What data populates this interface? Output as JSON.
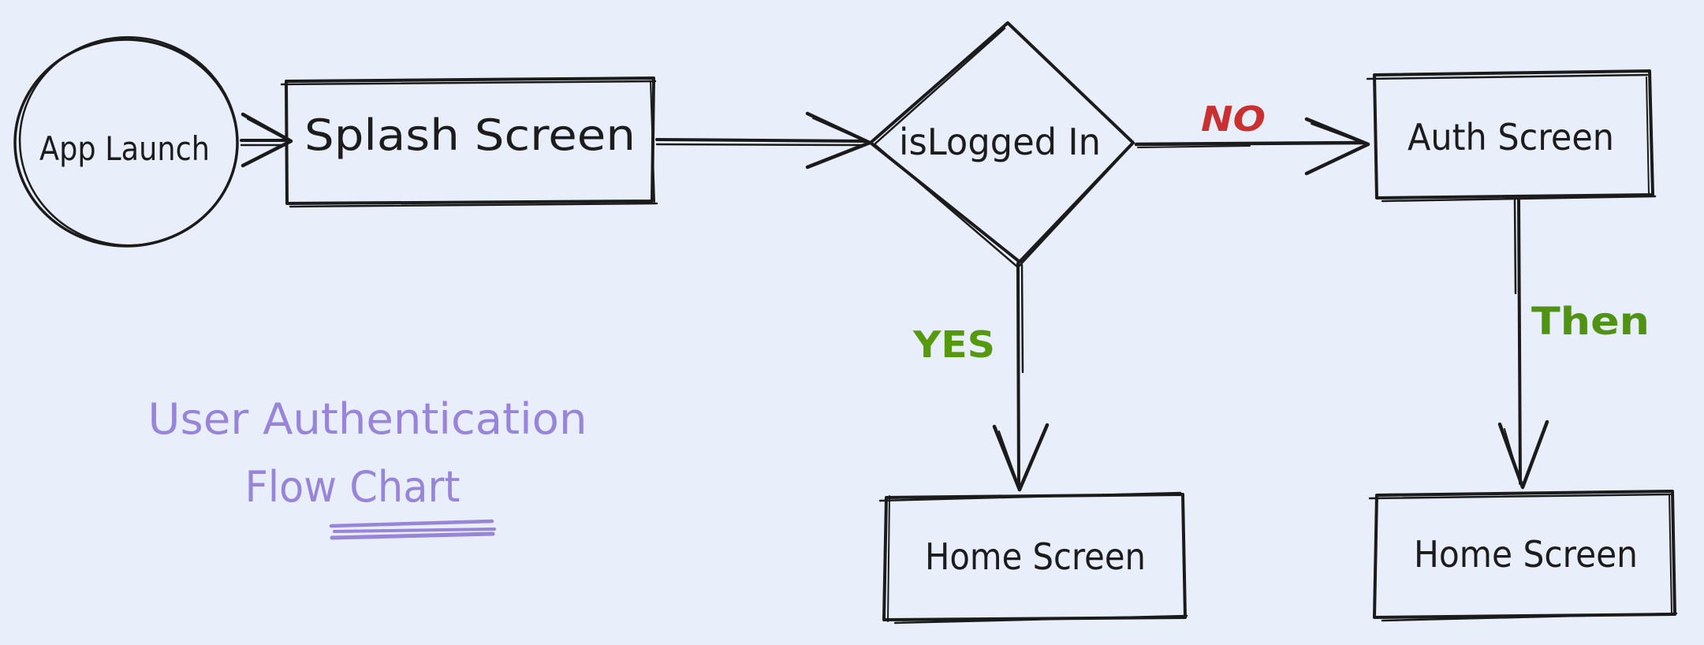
{
  "canvas": {
    "background": "#e9eefb",
    "ink": "#1b1b1b"
  },
  "title": {
    "line1": "User Authentication",
    "line2": "Flow Chart",
    "color": "#9884d8"
  },
  "nodes": {
    "app_launch": {
      "shape": "circle",
      "label": "App Launch"
    },
    "splash": {
      "shape": "rectangle",
      "label": "Splash Screen"
    },
    "decision": {
      "shape": "diamond",
      "label": "isLogged In"
    },
    "auth": {
      "shape": "rectangle",
      "label": "Auth Screen"
    },
    "home_yes": {
      "shape": "rectangle",
      "label": "Home Screen"
    },
    "home_then": {
      "shape": "rectangle",
      "label": "Home Screen"
    }
  },
  "edges": {
    "launch_to_splash": {
      "from": "app_launch",
      "to": "splash"
    },
    "splash_to_decision": {
      "from": "splash",
      "to": "decision"
    },
    "decision_no": {
      "from": "decision",
      "to": "auth",
      "label": "NO",
      "color": "#c93130"
    },
    "decision_yes": {
      "from": "decision",
      "to": "home_yes",
      "label": "YES",
      "color": "#56990f"
    },
    "auth_then": {
      "from": "auth",
      "to": "home_then",
      "label": "Then",
      "color": "#4f9214"
    }
  }
}
